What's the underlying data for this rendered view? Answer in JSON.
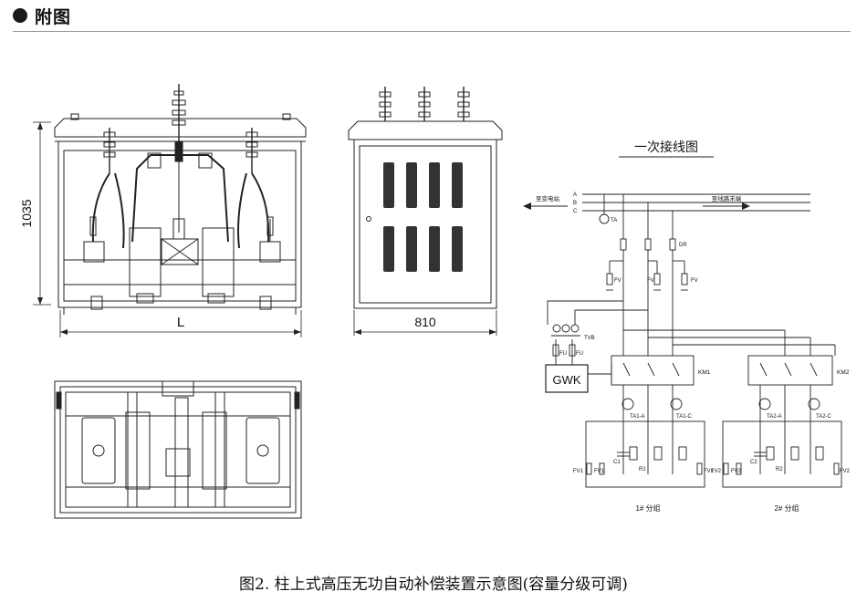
{
  "header": {
    "title": "附图"
  },
  "front_view": {
    "height_dim": "1035",
    "width_dim": "L"
  },
  "side_view": {
    "width_dim": "810"
  },
  "wiring": {
    "title": "一次接线图",
    "left_arrow_label": "至变电站",
    "right_arrow_label": "至线路末端",
    "phases": [
      "A",
      "B",
      "C"
    ],
    "labels": {
      "ta": "TA",
      "dr": "DR",
      "fv": "FV",
      "tvb": "TVB",
      "fu": "FU",
      "gwk": "GWK",
      "km1": "KM1",
      "km2": "KM2",
      "ta1a": "TA1-A",
      "ta1c": "TA1-C",
      "ta2a": "TA2-A",
      "ta2c": "TA2-C",
      "c1": "C1",
      "r1": "R1",
      "c2": "C2",
      "r2": "R2",
      "fv1": "FV1",
      "fv2": "FV2"
    },
    "group1": "1# 分组",
    "group2": "2# 分组"
  },
  "caption": "图2. 柱上式高压无功自动补偿装置示意图(容量分级可调)"
}
